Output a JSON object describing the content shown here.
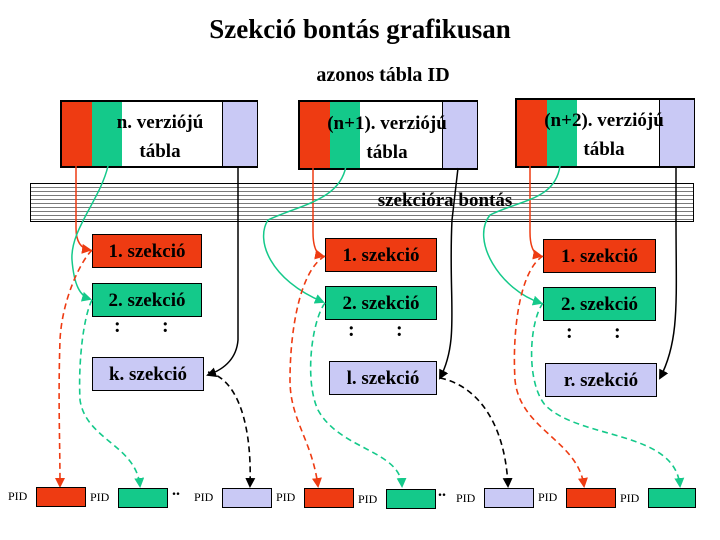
{
  "title": "Szekció bontás grafikusan",
  "subtitle": "azonos tábla ID",
  "band_label": "szekcióra bontás",
  "colors": {
    "red": "#ee3b12",
    "green": "#14c98a",
    "violet": "#c9c9f5"
  },
  "tables": [
    {
      "line1": "n. verziójú",
      "line2": "tábla"
    },
    {
      "line1": "(n+1). verziójú",
      "line2": "tábla"
    },
    {
      "line1": "(n+2). verziójú",
      "line2": "tábla"
    }
  ],
  "columns": [
    {
      "sections": [
        "1. szekció",
        "2. szekció",
        "k. szekció"
      ]
    },
    {
      "sections": [
        "1. szekció",
        "2. szekció",
        "l. szekció"
      ]
    },
    {
      "sections": [
        "1. szekció",
        "2. szekció",
        "r. szekció"
      ]
    }
  ],
  "dots": ":",
  "pid_label": "PID",
  "ellipsis": ".."
}
